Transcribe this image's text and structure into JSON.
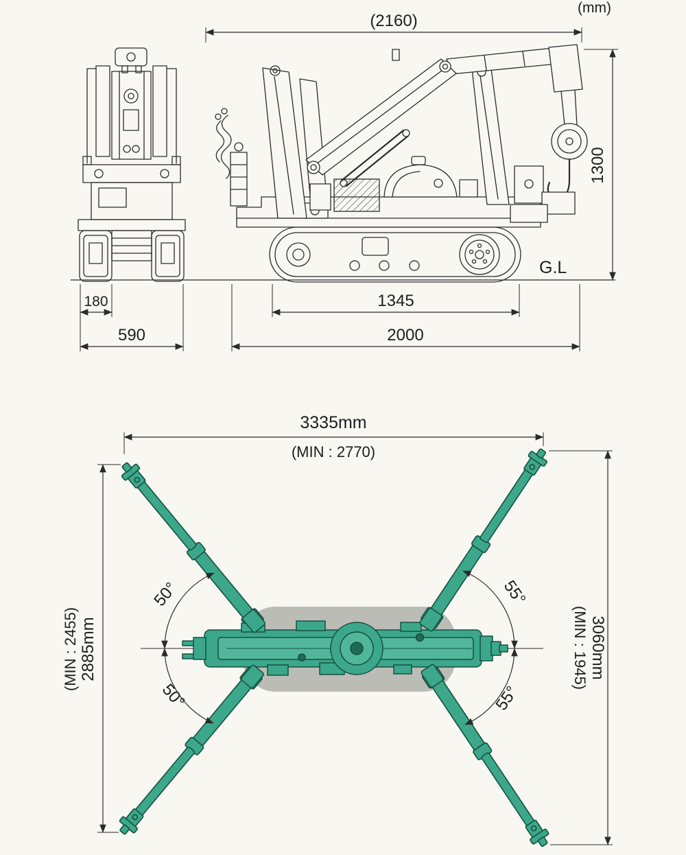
{
  "page": {
    "background": "#f8f7f2"
  },
  "colors": {
    "line": "#2b2b2b",
    "green": "#3ca78b",
    "green_dark": "#14503d",
    "shadow": "#bcbcb7"
  },
  "units_label": "(mm)",
  "elevation": {
    "overall_width": "(2160)",
    "overall_height": "1300",
    "ground_line": "G.L",
    "pad_width": "180",
    "base_width": "590",
    "track_length": "1345",
    "overall_length": "2000"
  },
  "plan": {
    "span_width": "3335mm",
    "span_width_min": "(MIN : 2770)",
    "span_left": "2885mm",
    "span_left_min": "(MIN : 2455)",
    "span_right": "3060mm",
    "span_right_min": "(MIN : 1945)",
    "angle_upper_left": "50°",
    "angle_lower_left": "50°",
    "angle_upper_right": "55°",
    "angle_lower_right": "55°"
  }
}
